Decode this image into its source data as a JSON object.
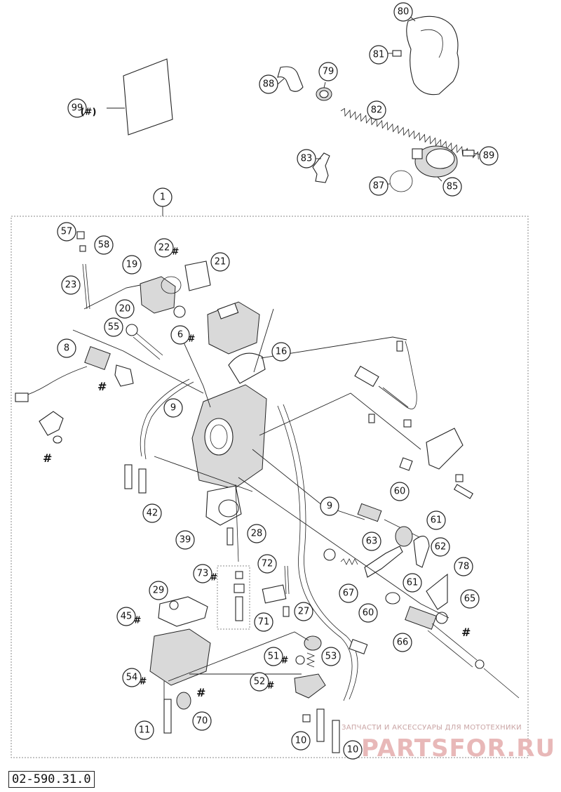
{
  "diagram_code": "02-590.31.0",
  "watermark": {
    "line1": "ЗАПЧАСТИ И АКСЕССУАРЫ ДЛЯ МОТОТЕХНИКИ",
    "line2": "PARTSFOR.RU"
  },
  "hash_mark": "#",
  "callouts": [
    {
      "id": "c80",
      "label": "80"
    },
    {
      "id": "c81",
      "label": "81"
    },
    {
      "id": "c79",
      "label": "79"
    },
    {
      "id": "c88",
      "label": "88"
    },
    {
      "id": "c82",
      "label": "82"
    },
    {
      "id": "c99",
      "label": "99",
      "suffix": "(#)"
    },
    {
      "id": "c83",
      "label": "83"
    },
    {
      "id": "c89",
      "label": "89"
    },
    {
      "id": "c87",
      "label": "87"
    },
    {
      "id": "c85",
      "label": "85"
    },
    {
      "id": "c1",
      "label": "1"
    },
    {
      "id": "c57",
      "label": "57"
    },
    {
      "id": "c58",
      "label": "58"
    },
    {
      "id": "c22",
      "label": "22",
      "suffix": "#"
    },
    {
      "id": "c21",
      "label": "21"
    },
    {
      "id": "c19",
      "label": "19"
    },
    {
      "id": "c23",
      "label": "23"
    },
    {
      "id": "c20",
      "label": "20"
    },
    {
      "id": "c55",
      "label": "55"
    },
    {
      "id": "c6",
      "label": "6",
      "suffix": "#"
    },
    {
      "id": "c16",
      "label": "16"
    },
    {
      "id": "c8",
      "label": "8"
    },
    {
      "id": "c9a",
      "label": "9"
    },
    {
      "id": "c9b",
      "label": "9"
    },
    {
      "id": "c60a",
      "label": "60"
    },
    {
      "id": "c61a",
      "label": "61"
    },
    {
      "id": "c42",
      "label": "42"
    },
    {
      "id": "c63",
      "label": "63"
    },
    {
      "id": "c62",
      "label": "62"
    },
    {
      "id": "c39",
      "label": "39"
    },
    {
      "id": "c28",
      "label": "28"
    },
    {
      "id": "c72",
      "label": "72"
    },
    {
      "id": "c78",
      "label": "78"
    },
    {
      "id": "c73",
      "label": "73",
      "suffix": "#"
    },
    {
      "id": "c61b",
      "label": "61"
    },
    {
      "id": "c67",
      "label": "67"
    },
    {
      "id": "c29",
      "label": "29"
    },
    {
      "id": "c65",
      "label": "65"
    },
    {
      "id": "c27",
      "label": "27"
    },
    {
      "id": "c60b",
      "label": "60"
    },
    {
      "id": "c45",
      "label": "45",
      "suffix": "#"
    },
    {
      "id": "c71",
      "label": "71"
    },
    {
      "id": "c66",
      "label": "66"
    },
    {
      "id": "c51",
      "label": "51",
      "suffix": "#"
    },
    {
      "id": "c53",
      "label": "53"
    },
    {
      "id": "c54",
      "label": "54",
      "suffix": "#"
    },
    {
      "id": "c52",
      "label": "52",
      "suffix": "#"
    },
    {
      "id": "c70",
      "label": "70"
    },
    {
      "id": "c11",
      "label": "11"
    },
    {
      "id": "c10a",
      "label": "10"
    },
    {
      "id": "c10b",
      "label": "10"
    }
  ]
}
